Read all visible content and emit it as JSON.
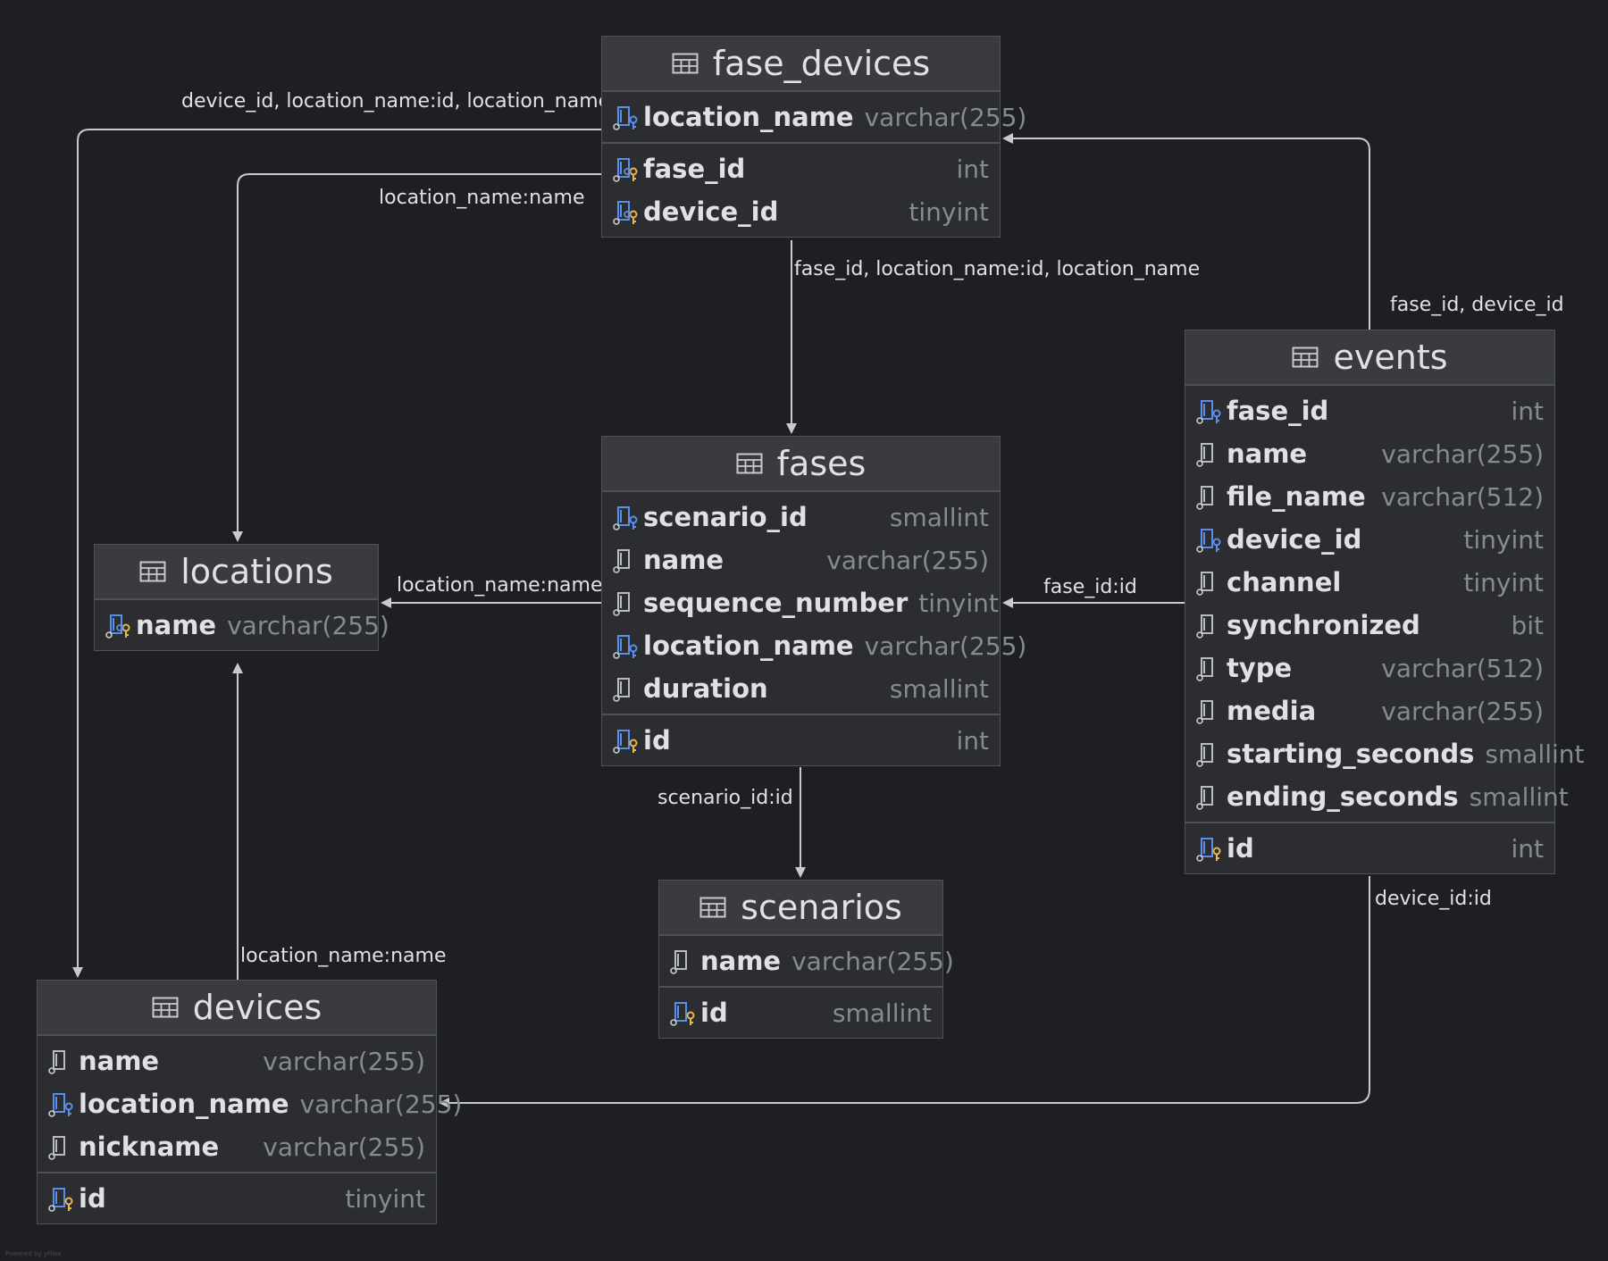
{
  "tables": {
    "fase_devices": {
      "title": "fase_devices",
      "groups": [
        [
          {
            "name": "location_name",
            "type": "varchar(255)",
            "icon": "foreign-key-icon"
          }
        ],
        [
          {
            "name": "fase_id",
            "type": "int",
            "icon": "primary-foreign-key-icon"
          },
          {
            "name": "device_id",
            "type": "tinyint",
            "icon": "primary-foreign-key-icon"
          }
        ]
      ]
    },
    "locations": {
      "title": "locations",
      "groups": [
        [
          {
            "name": "name",
            "type": "varchar(255)",
            "icon": "primary-foreign-key-icon"
          }
        ]
      ]
    },
    "fases": {
      "title": "fases",
      "groups": [
        [
          {
            "name": "scenario_id",
            "type": "smallint",
            "icon": "foreign-key-icon"
          },
          {
            "name": "name",
            "type": "varchar(255)",
            "icon": "column-icon"
          },
          {
            "name": "sequence_number",
            "type": "tinyint",
            "icon": "column-icon"
          },
          {
            "name": "location_name",
            "type": "varchar(255)",
            "icon": "foreign-key-icon"
          },
          {
            "name": "duration",
            "type": "smallint",
            "icon": "column-icon"
          }
        ],
        [
          {
            "name": "id",
            "type": "int",
            "icon": "primary-key-icon"
          }
        ]
      ]
    },
    "events": {
      "title": "events",
      "groups": [
        [
          {
            "name": "fase_id",
            "type": "int",
            "icon": "foreign-key-icon"
          },
          {
            "name": "name",
            "type": "varchar(255)",
            "icon": "column-icon"
          },
          {
            "name": "file_name",
            "type": "varchar(512)",
            "icon": "column-icon"
          },
          {
            "name": "device_id",
            "type": "tinyint",
            "icon": "foreign-key-icon"
          },
          {
            "name": "channel",
            "type": "tinyint",
            "icon": "column-icon"
          },
          {
            "name": "synchronized",
            "type": "bit",
            "icon": "column-icon"
          },
          {
            "name": "type",
            "type": "varchar(512)",
            "icon": "column-icon"
          },
          {
            "name": "media",
            "type": "varchar(255)",
            "icon": "column-icon"
          },
          {
            "name": "starting_seconds",
            "type": "smallint",
            "icon": "column-icon"
          },
          {
            "name": "ending_seconds",
            "type": "smallint",
            "icon": "column-icon"
          }
        ],
        [
          {
            "name": "id",
            "type": "int",
            "icon": "primary-key-icon"
          }
        ]
      ]
    },
    "scenarios": {
      "title": "scenarios",
      "groups": [
        [
          {
            "name": "name",
            "type": "varchar(255)",
            "icon": "column-icon"
          }
        ],
        [
          {
            "name": "id",
            "type": "smallint",
            "icon": "primary-key-icon"
          }
        ]
      ]
    },
    "devices": {
      "title": "devices",
      "groups": [
        [
          {
            "name": "name",
            "type": "varchar(255)",
            "icon": "column-icon"
          },
          {
            "name": "location_name",
            "type": "varchar(255)",
            "icon": "foreign-key-icon"
          },
          {
            "name": "nickname",
            "type": "varchar(255)",
            "icon": "column-icon"
          }
        ],
        [
          {
            "name": "id",
            "type": "tinyint",
            "icon": "primary-key-icon"
          }
        ]
      ]
    }
  },
  "relations": [
    {
      "id": "fd-devices",
      "label": "device_id, location_name:id, location_name"
    },
    {
      "id": "fd-locations",
      "label": "location_name:name"
    },
    {
      "id": "fd-fases",
      "label": "fase_id, location_name:id, location_name"
    },
    {
      "id": "events-fd",
      "label": "fase_id, device_id"
    },
    {
      "id": "fases-locations",
      "label": "location_name:name"
    },
    {
      "id": "events-fases",
      "label": "fase_id:id"
    },
    {
      "id": "fases-scenarios",
      "label": "scenario_id:id"
    },
    {
      "id": "devices-locations",
      "label": "location_name:name"
    },
    {
      "id": "events-devices",
      "label": "device_id:id"
    }
  ],
  "colors": {
    "background": "#1e1f22",
    "table_body": "#2b2d30",
    "table_header": "#393b40",
    "line": "#c8cacd",
    "key_gold": "#e8b84a",
    "key_blue": "#5a8ee8"
  },
  "footer": "Powered by yFiles"
}
